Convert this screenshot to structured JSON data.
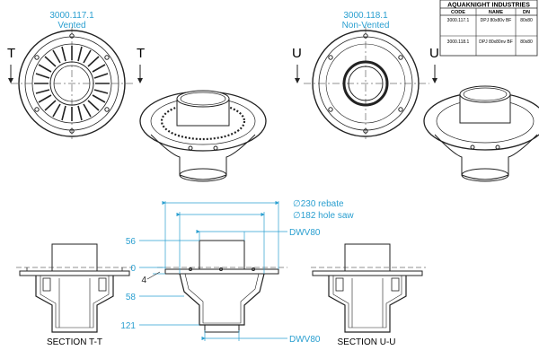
{
  "company": "AQUAKNIGHT INDUSTRIES",
  "table": {
    "headers": [
      "CODE",
      "NAME",
      "DN"
    ],
    "rows": [
      [
        "3000.117.1",
        "DPJ 80x80v BF",
        "80x80"
      ],
      [
        "3000.118.1",
        "DPJ 80x80nv BF",
        "80x80"
      ]
    ]
  },
  "views": {
    "vented": {
      "code": "3000.117.1",
      "label": "Vented",
      "section_letter": "T"
    },
    "non_vented": {
      "code": "3000.118.1",
      "label": "Non-Vented",
      "section_letter": "U"
    }
  },
  "dimensions": {
    "rebate": "∅230 rebate",
    "hole_saw": "∅182 hole saw",
    "dwv_top": "DWV80",
    "dwv_bottom": "DWV80",
    "levels": [
      "56",
      "0",
      "4",
      "58",
      "121"
    ]
  },
  "sections": {
    "t": "SECTION T-T",
    "u": "SECTION U-U"
  },
  "colors": {
    "annotation": "#2a9fd0",
    "line": "#222222"
  }
}
